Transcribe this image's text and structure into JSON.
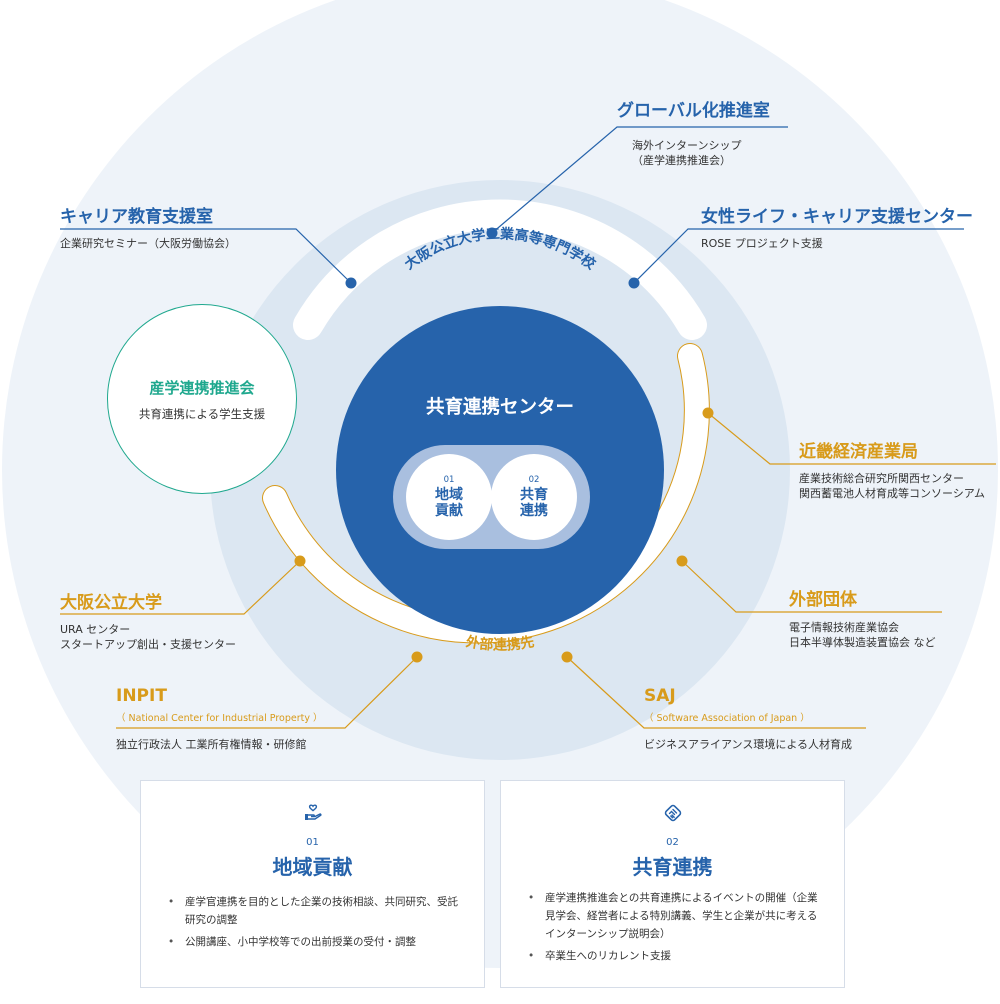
{
  "center": {
    "title": "共育連携センター",
    "pill": [
      {
        "num": "01",
        "label": "地域貢献"
      },
      {
        "num": "02",
        "label": "共育連携"
      }
    ]
  },
  "inner_arcs": {
    "top_label": "大阪公立大学工業高等専門学校",
    "bottom_label": "外部連携先"
  },
  "teal_node": {
    "title": "産学連携推進会",
    "sub": "共育連携による学生支援"
  },
  "blue_nodes": {
    "global": {
      "title": "グローバル化推進室",
      "sub": "海外インターンシップ\n（産学連携推進会）"
    },
    "career": {
      "title": "キャリア教育支援室",
      "sub": "企業研究セミナー（大阪労働協会）"
    },
    "women": {
      "title": "女性ライフ・キャリア支援センター",
      "sub": "ROSE プロジェクト支援"
    }
  },
  "gold_nodes": {
    "kinki": {
      "title": "近畿経済産業局",
      "sub": "産業技術総合研究所関西センター\n関西蓄電池人材育成等コンソーシアム"
    },
    "gaibu": {
      "title": "外部団体",
      "sub": "電子情報技術産業協会\n日本半導体製造装置協会 など"
    },
    "omu": {
      "title": "大阪公立大学",
      "sub": "URA センター\nスタートアップ創出・支援センター"
    },
    "inpit": {
      "title": "INPIT",
      "note": "（ National Center for Industrial Property ）",
      "sub": "独立行政法人 工業所有権情報・研修館"
    },
    "saj": {
      "title": "SAJ",
      "note": "（ Software Association of Japan ）",
      "sub": "ビジネスアライアンス環境による人材育成"
    }
  },
  "boxes": [
    {
      "icon": "hand-heart-icon",
      "num": "01",
      "title": "地域貢献",
      "items": [
        "産学官連携を目的とした企業の技術相談、共同研究、受託研究の調整",
        "公開講座、小中学校等での出前授業の受付・調整"
      ]
    },
    {
      "icon": "handshake-icon",
      "num": "02",
      "title": "共育連携",
      "items": [
        "産学連携推進会との共育連携によるイベントの開催（企業見学会、経営者による特別講義、学生と企業が共に考えるインターンシップ説明会）",
        "卒業生へのリカレント支援"
      ]
    }
  ],
  "colors": {
    "brand_blue": "#2663ab",
    "gold": "#d89b1b",
    "teal": "#1fa88e",
    "halo": "#eef3f9",
    "ring": "#dce7f2"
  }
}
